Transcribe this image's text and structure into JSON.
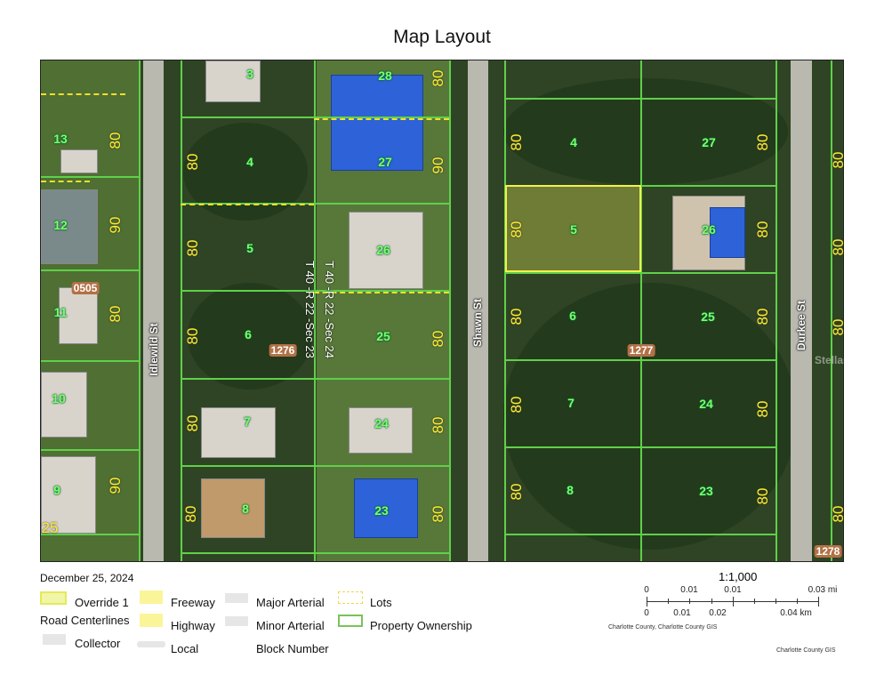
{
  "title": "Map Layout",
  "date": "December 25, 2024",
  "legend": {
    "override": "Override 1",
    "road_centerlines": "Road Centerlines",
    "collector": "Collector",
    "freeway": "Freeway",
    "highway": "Highway",
    "local": "Local",
    "major_arterial": "Major Arterial",
    "minor_arterial": "Minor Arterial",
    "block_number": "Block Number",
    "lots": "Lots",
    "property_ownership": "Property Ownership"
  },
  "scale": {
    "ratio": "1:1,000",
    "mi": [
      "0",
      "0.01",
      "0.01",
      "0.03 mi"
    ],
    "km": [
      "0",
      "0.01",
      "0.02",
      "0.04 km"
    ],
    "attribution": "Charlotte County, Charlotte County GIS"
  },
  "footer_credit": "Charlotte County GIS",
  "map": {
    "streets": [
      "Idlewild St",
      "Shawn St",
      "Durkee St"
    ],
    "section_labels": [
      "T 40 -R 22 -Sec 24",
      "T 40 -R 22 -Sec 23"
    ],
    "block_numbers": [
      "0505",
      "1276",
      "1277",
      "1278"
    ],
    "lot_numbers": [
      "3",
      "28",
      "13",
      "4",
      "27",
      "12",
      "5",
      "26",
      "11",
      "6",
      "25",
      "10",
      "7",
      "24",
      "9",
      "8",
      "23",
      "4",
      "27",
      "5",
      "26",
      "6",
      "25",
      "7",
      "24",
      "8",
      "23"
    ],
    "dimension_label": "80",
    "other_dims": [
      "90",
      "90",
      "90",
      "25"
    ],
    "watermark": "StellarMLS",
    "selected_lot": "5"
  },
  "colors": {
    "parcel_line": "#5fd04a",
    "lot_line": "#f2e02b",
    "selection": "#f3f04a"
  }
}
